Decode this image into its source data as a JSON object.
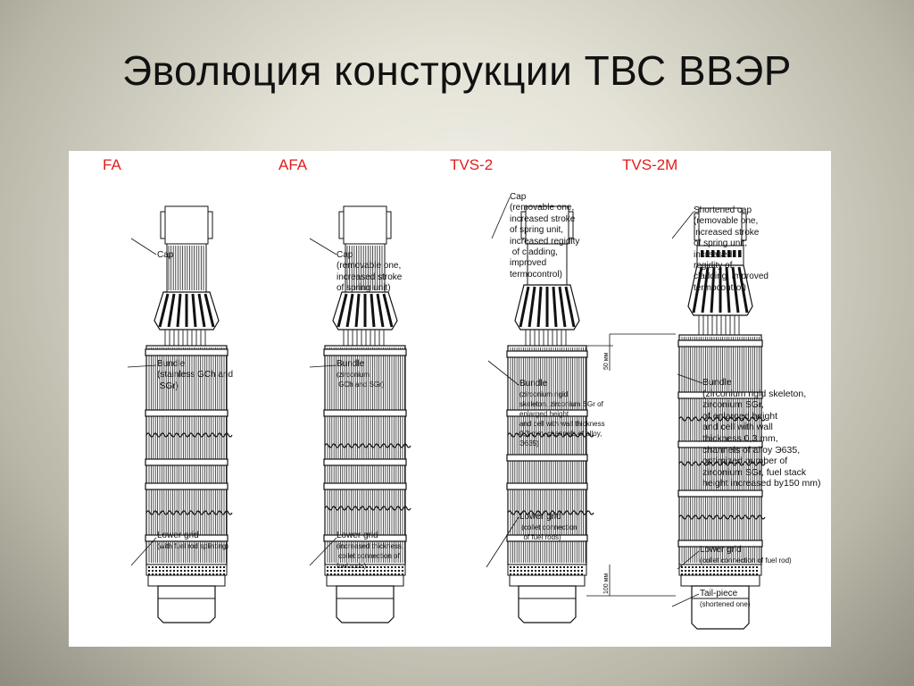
{
  "slide": {
    "title": "Эволюция конструкции ТВС ВВЭР"
  },
  "columns": [
    {
      "title": "FA"
    },
    {
      "title": "AFA"
    },
    {
      "title": "TVS-2"
    },
    {
      "title": "TVS-2M"
    }
  ],
  "callouts": {
    "fa_cap": {
      "main": "Cap"
    },
    "fa_bundle": {
      "main": "Bundle\n(stainless GCh and\n SGr)"
    },
    "fa_grid": {
      "main": "Lower grid",
      "sub": "(with fuel rod splinting)"
    },
    "afa_cap": {
      "main": "Cap\n(removable one,\nincreased stroke\nof spring unit)"
    },
    "afa_bundle": {
      "main": "Bundle",
      "sub": "(zirconium\n GCh and SGr)"
    },
    "afa_grid": {
      "main": "Lower grid",
      "sub": "(increased thickness,\n collet connection of\nfuel rods)"
    },
    "tvs2_cap": {
      "main": "Cap\n(removable one,\nincreased stroke\nof spring unit,\nincreased regidity\n of cladding,\nimproved\ntermocontrol)"
    },
    "tvs2_bundle": {
      "main": "Bundle",
      "sub": "(zirconium rigid\nskeleton, zirconium SGr of\nenlarged height\nand cell with wall thickness\n0,3 mm, channels of alloy,\nЭ635)"
    },
    "tvs2_grid": {
      "main": "Lower grid",
      "sub": " (collet connection\n  of fuel rods)"
    },
    "tvs2m_cap": {
      "main": "Shortened cap\n(removable one,\nincreased stroke\nof spring unit,\nincreased\nregidity of,\ncladding, improved\ntermocontrol)"
    },
    "tvs2m_bundle": {
      "main": "Bundle\n(zirconium rigid skeleton,\nzirconium SGr,\nof enlarged height\nand cell with wall\nthickness 0,3 mm,\nchannels of alloy Э635,\noptimized number of\nzirconium SGr, fuel stack\nheight increased by150 mm)"
    },
    "tvs2m_grid": {
      "main": "Lower grid",
      "sub": "(collet connection of fuel rod)"
    },
    "tvs2m_tail": {
      "main": "Tail-piece",
      "sub": "(shortened one)"
    }
  },
  "dimensions": {
    "d50": "50 мм",
    "d100": "100 мм"
  },
  "colors": {
    "accent_red": "#e11d1d",
    "ink": "#111111",
    "panel": "#ffffff"
  }
}
